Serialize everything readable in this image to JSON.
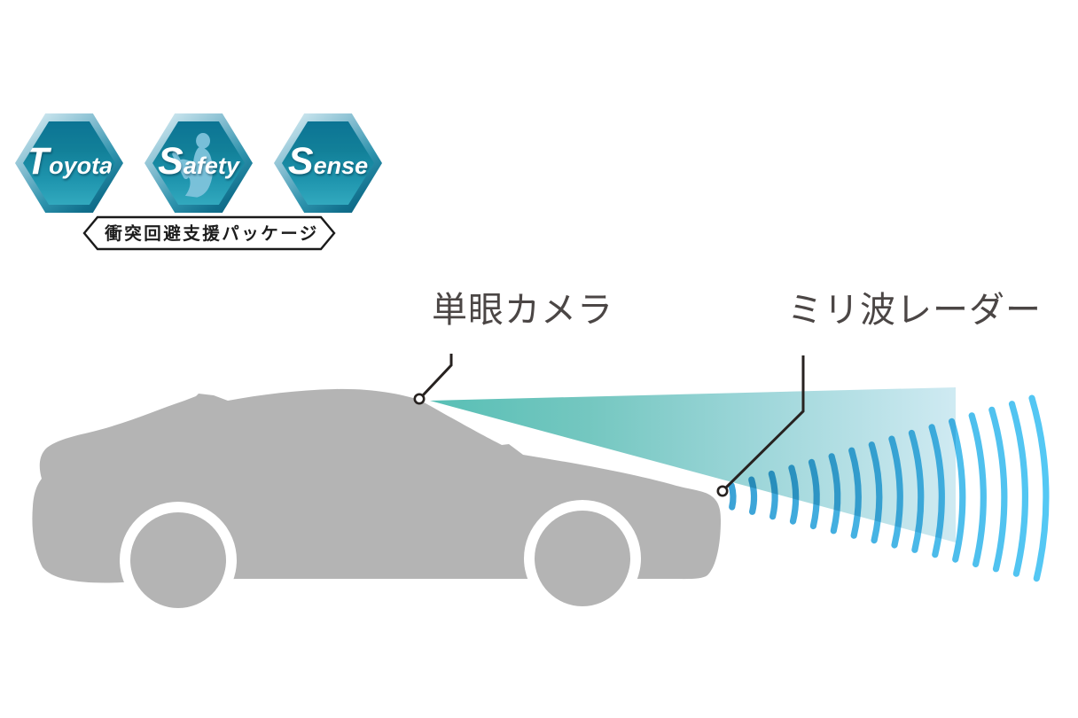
{
  "logo": {
    "badges": [
      {
        "label": "Toyota"
      },
      {
        "label": "Safety",
        "icon": "driver-silhouette"
      },
      {
        "label": "Sense"
      }
    ],
    "banner_text": "衝突回避支援パッケージ"
  },
  "labels": {
    "camera": "単眼カメラ",
    "radar": "ミリ波レーダー"
  },
  "colors": {
    "car_gray": "#b4b4b4",
    "cone_teal": "#58bfb5",
    "cone_fade": "#cfeaf2",
    "radar_wave_blue": "#49b7e8",
    "hexagon_teal_dark": "#0e7d9d",
    "hexagon_teal_light": "#2aa3bb",
    "label_text": "#4b4645"
  }
}
